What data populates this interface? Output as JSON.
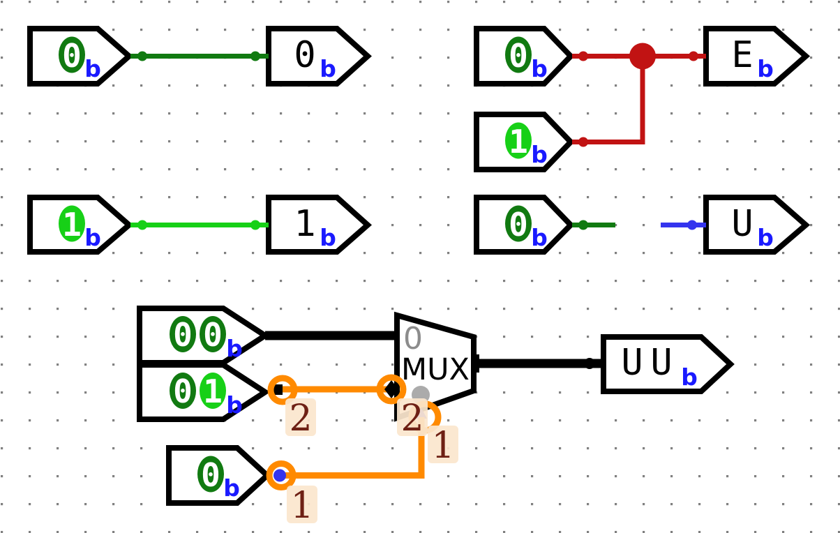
{
  "colors": {
    "low": "#117a11",
    "high": "#17d017",
    "error": "#c11313",
    "high_z": "#3434ee",
    "wire_default": "#000000",
    "highlight": "#ff8a00",
    "suffix_blue": "#1a1aff",
    "port_gray": "#8c8c8c",
    "grid_dot": "#808080",
    "marker_text": "#6e2014",
    "marker_bg": "#fbe6cd",
    "gray_dot": "#ababab",
    "oval_text": "#ffffff",
    "value_text": "#000000"
  },
  "examples": {
    "const0": {
      "input_value": "0",
      "input_suffix": "b",
      "output_value": "0",
      "output_suffix": "b"
    },
    "const1": {
      "input_value": "1",
      "input_suffix": "b",
      "output_value": "1",
      "output_suffix": "b"
    },
    "conflict": {
      "input0_value": "0",
      "input0_suffix": "b",
      "input1_value": "1",
      "input1_suffix": "b",
      "output_value": "E",
      "output_suffix": "b"
    },
    "open_wire": {
      "input_value": "0",
      "input_suffix": "b",
      "output_value": "U",
      "output_suffix": "b"
    },
    "mux": {
      "label": "MUX",
      "port0_label": "0",
      "in0_bits": [
        "0",
        "0"
      ],
      "in0_suffix": "b",
      "in1_bits": [
        "0",
        "1"
      ],
      "in1_suffix": "b",
      "sel_value": "0",
      "sel_suffix": "b",
      "out_bits": [
        "U",
        "U"
      ],
      "out_suffix": "b"
    },
    "markers": {
      "data_wire_number": "2",
      "select_wire_number": "1"
    }
  }
}
